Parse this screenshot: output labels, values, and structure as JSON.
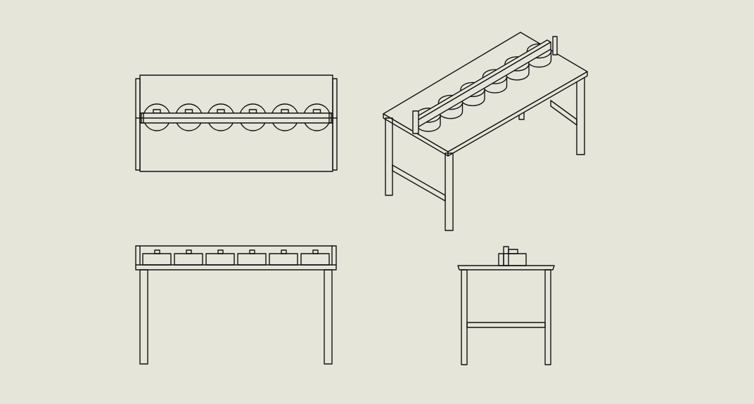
{
  "drawing": {
    "background": "#e6e5da",
    "line_color": "#111111",
    "views": [
      "top",
      "isometric",
      "front",
      "side"
    ],
    "roll_count": 6
  }
}
